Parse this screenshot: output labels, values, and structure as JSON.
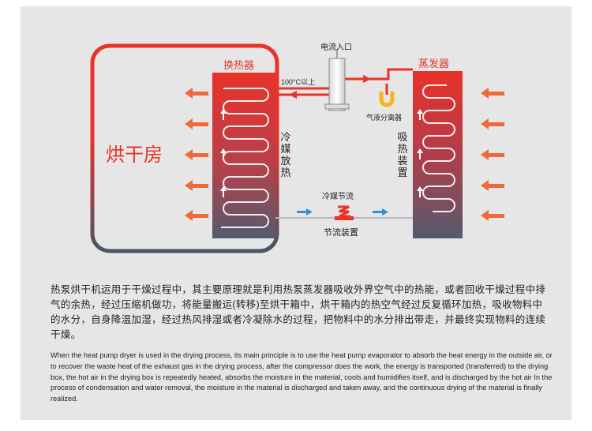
{
  "diagram": {
    "drying_room_label": "烘干房",
    "heat_exchanger_label": "换热器",
    "evaporator_label": "蒸发器",
    "current_input_label": "电流入口",
    "temp_label": "100°C以上",
    "separator_label": "气液分离器",
    "refrigerant_release_label": "冷媒放热",
    "heat_absorb_label": "吸热装置",
    "throttle_label": "冷媒节流",
    "throttle_device_label": "节流装置",
    "colors": {
      "red": "#e8322a",
      "coil_top": "#e8322a",
      "coil_bottom": "#545b6e",
      "room_border_bottom": "#4a5568",
      "arrow_orange": "#ef6a3a",
      "arrow_blue": "#2f8fd8"
    }
  },
  "text": {
    "cn": "热泵烘干机运用于干燥过程中，其主要原理就是利用热泵蒸发器吸收外界空气中的热能，或者回收干燥过程中排气的余热，经过压缩机做功，将能量搬运(转移)至烘干箱中，烘干箱内的热空气经过反复循环加热，吸收物料中的水分，自身降温加湿，经过热风排湿或者冷凝除水的过程，把物料中的水分排出带走，并最终实现物料的连续干燥。",
    "en": "When the heat pump dryer is used in the drying process, its main principle is to use the heat pump evaporator to absorb the heat energy in the outside air, or to recover the waste heat of the exhaust gas in the drying process, after the compressor does the work, the energy is transported (transferred) to the drying box, the hot air in the drying box is repeatedly heated, absorbs the moisture in the material, cools and humidifies itself, and is discharged by the hot air In the process of condensation and water removal, the moisture in the material is discharged and taken away, and the continuous drying of the material is finally realized."
  }
}
